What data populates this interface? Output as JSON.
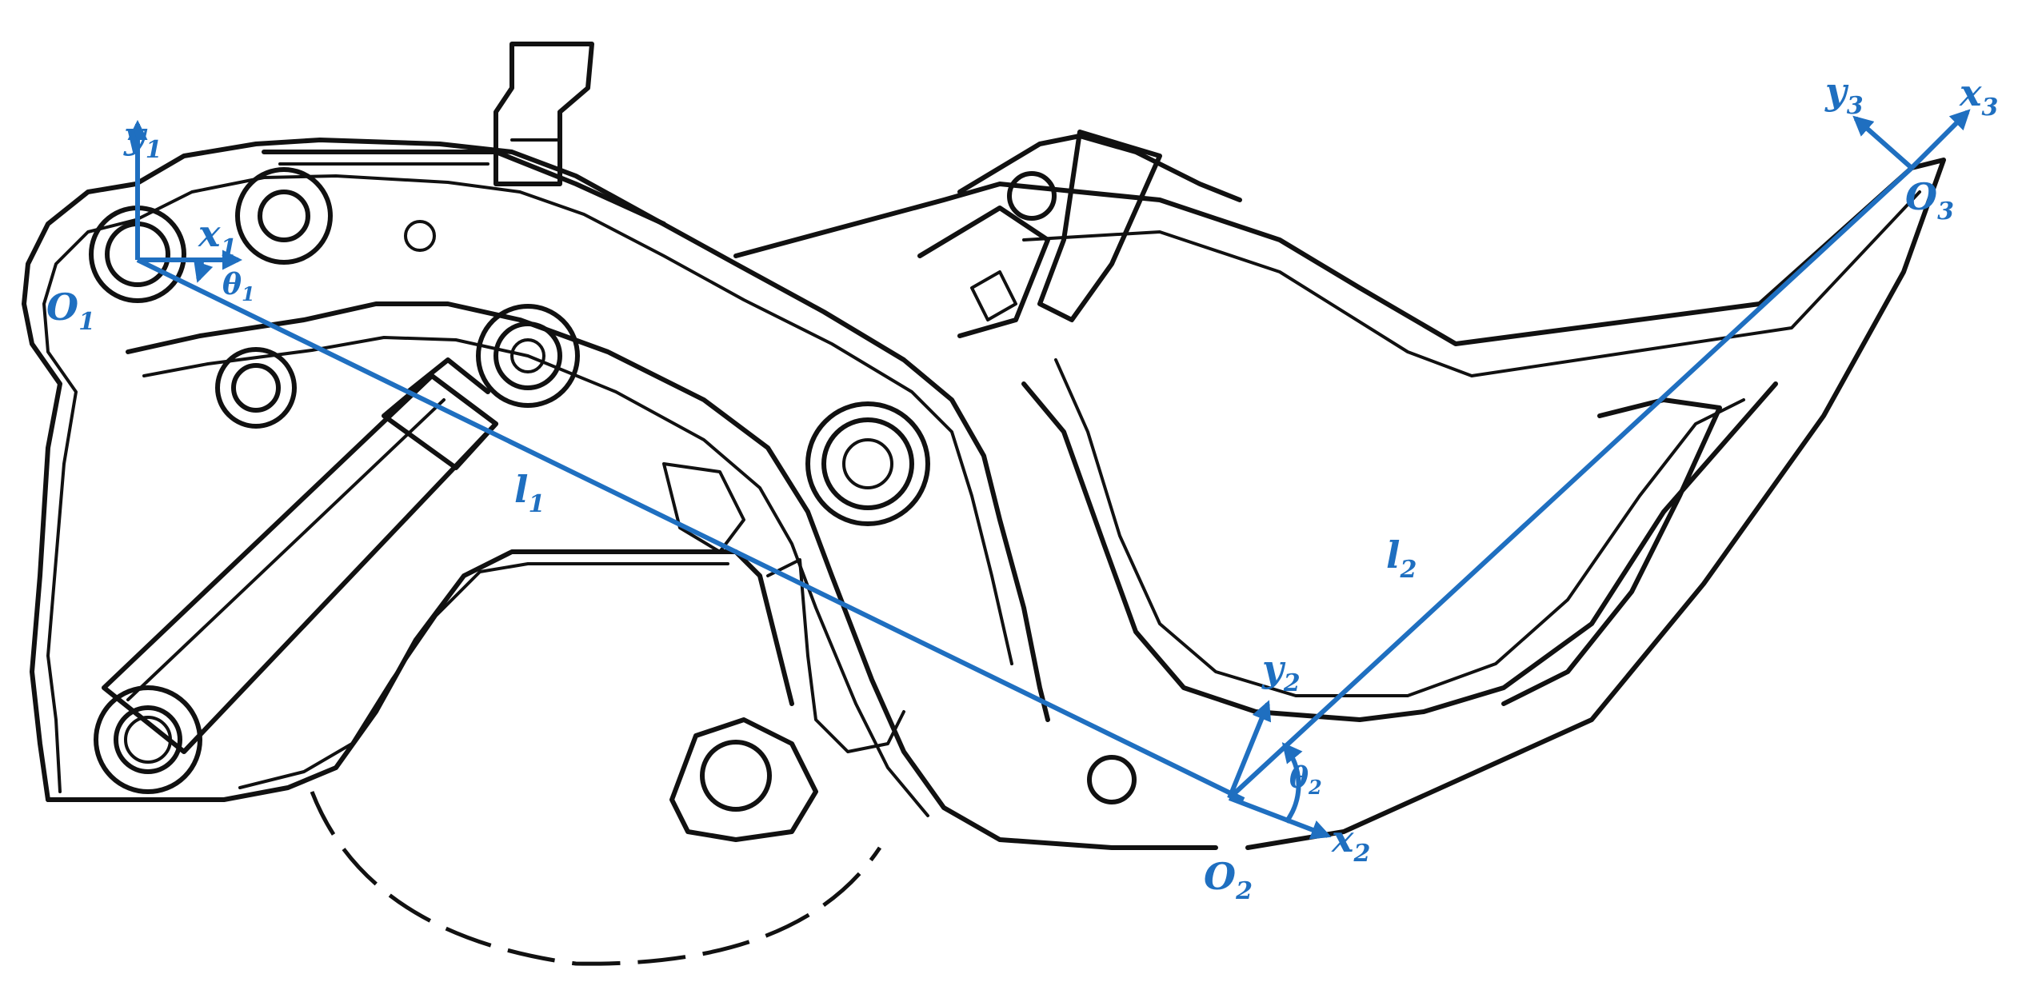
{
  "colors": {
    "blue": "#1f6fc0",
    "ink": "#111111",
    "background": "#ffffff"
  },
  "labels": {
    "o1": {
      "base": "O",
      "sub": "1"
    },
    "o2": {
      "base": "O",
      "sub": "2"
    },
    "o3": {
      "base": "O",
      "sub": "3"
    },
    "x1": {
      "base": "x",
      "sub": "1"
    },
    "y1": {
      "base": "y",
      "sub": "1"
    },
    "x2": {
      "base": "x",
      "sub": "2"
    },
    "y2": {
      "base": "y",
      "sub": "2"
    },
    "x3": {
      "base": "x",
      "sub": "3"
    },
    "y3": {
      "base": "y",
      "sub": "3"
    },
    "theta1": {
      "base": "θ",
      "sub": "1"
    },
    "theta2": {
      "base": "θ",
      "sub": "2"
    },
    "l1": {
      "base": "l",
      "sub": "1"
    },
    "l2": {
      "base": "l",
      "sub": "2"
    }
  }
}
